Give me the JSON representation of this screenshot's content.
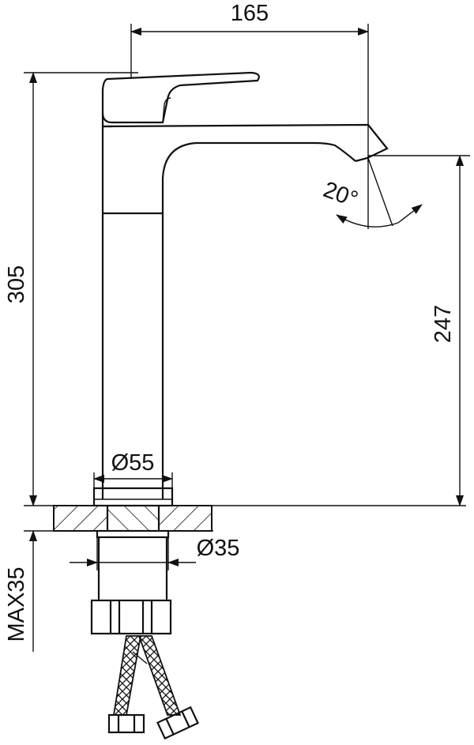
{
  "dimensions": {
    "spout_reach": "165",
    "total_height": "305",
    "spout_height": "247",
    "swivel_angle": "20°",
    "base_diameter": "Ø55",
    "hole_diameter": "Ø35",
    "max_deck_thickness": "MAX35"
  }
}
